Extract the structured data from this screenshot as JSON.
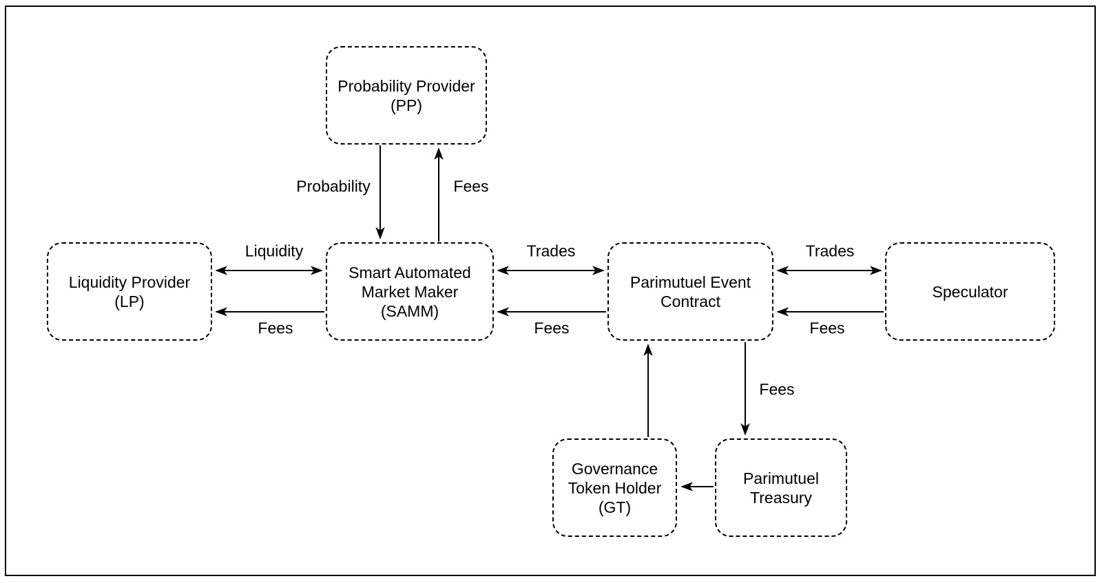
{
  "nodes": {
    "pp": {
      "lines": [
        "Probability Provider",
        "(PP)"
      ]
    },
    "lp": {
      "lines": [
        "Liquidity Provider",
        "(LP)"
      ]
    },
    "samm": {
      "lines": [
        "Smart Automated",
        "Market Maker",
        "(SAMM)"
      ]
    },
    "pec": {
      "lines": [
        "Parimutuel Event",
        "Contract"
      ]
    },
    "spec": {
      "lines": [
        "Speculator"
      ]
    },
    "gt": {
      "lines": [
        "Governance",
        "Token Holder",
        "(GT)"
      ]
    },
    "treasury": {
      "lines": [
        "Parimutuel",
        "Treasury"
      ]
    }
  },
  "edges": [
    {
      "from": "lp",
      "to": "samm",
      "label": "Liquidity",
      "bidirectional": true
    },
    {
      "from": "samm",
      "to": "lp",
      "label": "Fees",
      "bidirectional": false
    },
    {
      "from": "pp",
      "to": "samm",
      "label": "Probability",
      "bidirectional": false
    },
    {
      "from": "samm",
      "to": "pp",
      "label": "Fees",
      "bidirectional": false
    },
    {
      "from": "samm",
      "to": "pec",
      "label": "Trades",
      "bidirectional": true
    },
    {
      "from": "pec",
      "to": "samm",
      "label": "Fees",
      "bidirectional": false
    },
    {
      "from": "pec",
      "to": "spec",
      "label": "Trades",
      "bidirectional": true
    },
    {
      "from": "spec",
      "to": "pec",
      "label": "Fees",
      "bidirectional": false
    },
    {
      "from": "gt",
      "to": "pec",
      "label": "",
      "bidirectional": false
    },
    {
      "from": "pec",
      "to": "treasury",
      "label": "Fees",
      "bidirectional": false
    },
    {
      "from": "treasury",
      "to": "gt",
      "label": "",
      "bidirectional": false
    }
  ],
  "colors": {
    "line": "#000000",
    "text": "#000000",
    "background": "#ffffff"
  }
}
